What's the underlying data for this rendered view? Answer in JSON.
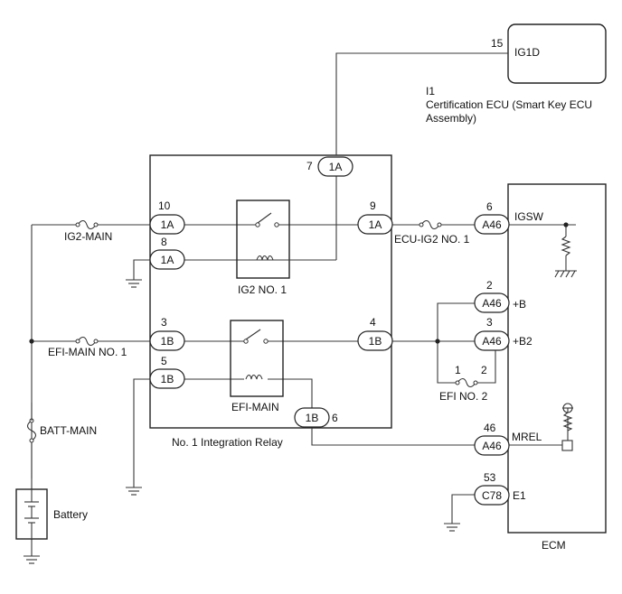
{
  "cert_ecu": {
    "pin": "15",
    "terminal": "IG1D",
    "code": "I1",
    "name_line1": "Certification ECU (Smart Key ECU",
    "name_line2": "Assembly)"
  },
  "relay": {
    "name": "No. 1 Integration Relay",
    "ig2_label": "IG2 NO. 1",
    "efi_label": "EFI-MAIN",
    "pins": [
      {
        "num": "7",
        "conn": "1A"
      },
      {
        "num": "10",
        "conn": "1A"
      },
      {
        "num": "8",
        "conn": "1A"
      },
      {
        "num": "9",
        "conn": "1A"
      },
      {
        "num": "3",
        "conn": "1B"
      },
      {
        "num": "5",
        "conn": "1B"
      },
      {
        "num": "4",
        "conn": "1B"
      },
      {
        "num": "6",
        "conn": "1B"
      }
    ]
  },
  "fuses": {
    "ig2_main": "IG2-MAIN",
    "ecu_ig2": "ECU-IG2 NO. 1",
    "efi_main1": "EFI-MAIN NO. 1",
    "efi_no2": "EFI NO. 2",
    "efi_no2_pin1": "1",
    "efi_no2_pin2": "2",
    "batt_main": "BATT-MAIN"
  },
  "battery": {
    "label": "Battery"
  },
  "ecm": {
    "label": "ECM",
    "pins": [
      {
        "num": "6",
        "conn": "A46",
        "terminal": "IGSW"
      },
      {
        "num": "2",
        "conn": "A46",
        "terminal": "+B"
      },
      {
        "num": "3",
        "conn": "A46",
        "terminal": "+B2"
      },
      {
        "num": "46",
        "conn": "A46",
        "terminal": "MREL"
      },
      {
        "num": "53",
        "conn": "C78",
        "terminal": "E1"
      }
    ]
  }
}
